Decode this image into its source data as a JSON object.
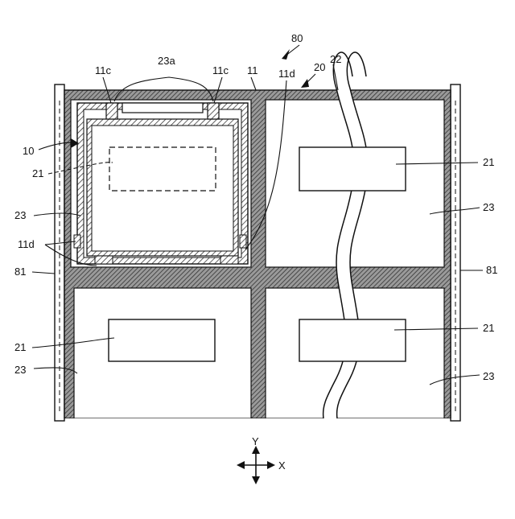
{
  "labels": {
    "ref_80": "80",
    "ref_23a": "23a",
    "ref_11c_left": "11c",
    "ref_11c_right": "11c",
    "ref_11": "11",
    "ref_11d_top": "11d",
    "ref_20": "20",
    "ref_22": "22",
    "ref_10": "10",
    "ref_21_dashed": "21",
    "ref_23_cell1": "23",
    "ref_11d_left": "11d",
    "ref_81_left": "81",
    "ref_21_cell2": "21",
    "ref_23_cell2": "23",
    "ref_81_right": "81",
    "ref_21_cell3": "21",
    "ref_23_cell3": "23",
    "ref_21_cell4": "21",
    "ref_23_cell4": "23"
  },
  "axes": {
    "y": "Y",
    "x": "X"
  },
  "colors": {
    "line": "#111111",
    "hatch_fill": "#8a8a8a",
    "background": "#ffffff"
  }
}
